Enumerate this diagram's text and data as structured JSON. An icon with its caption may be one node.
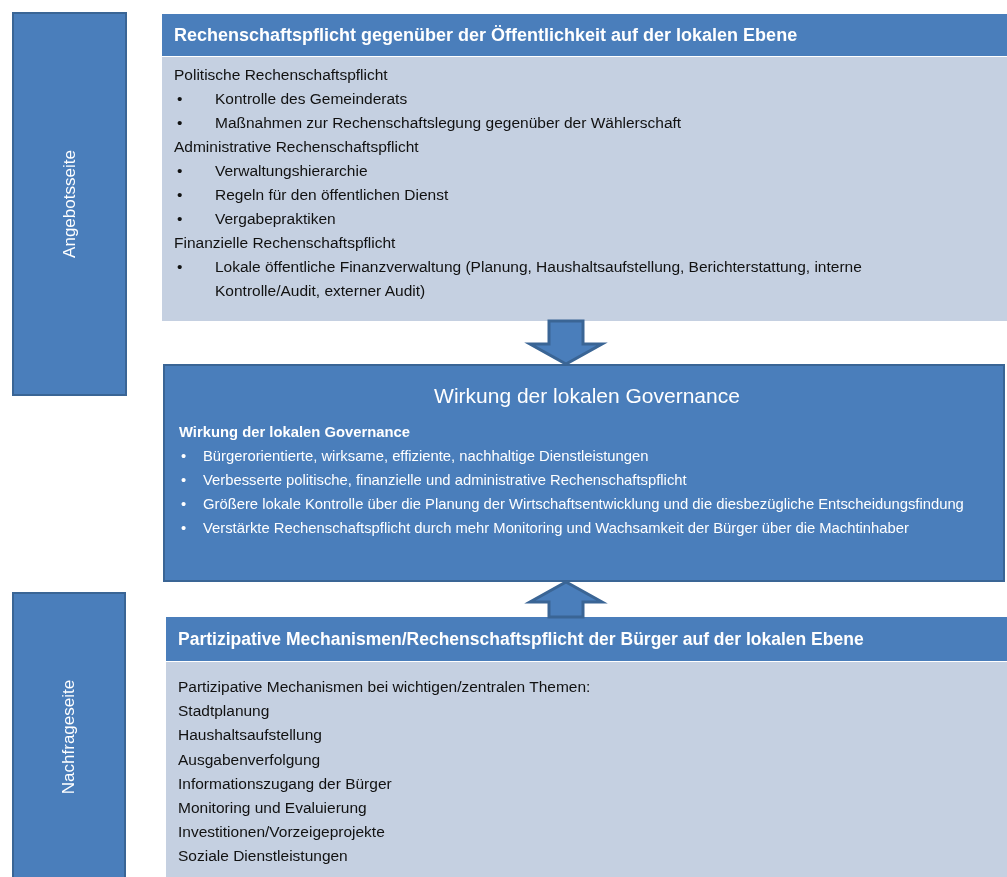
{
  "diagram": {
    "nodes": [
      {
        "text": [
          "Angebotsseite"
        ]
      },
      {
        "text": [
          "Rechenschaftspflicht gegenüber der Öffentlichkeit auf der lokalen Ebene"
        ]
      },
      {
        "text": [
          "Politische Rechenschaftspflicht",
          "• Kontrolle des Gemeinderats",
          "• Maßnahmen zur Rechenschaftslegung gegenüber der Wählerschaft",
          "Administrative Rechenschaftspflicht",
          "• Verwaltungshierarchie",
          "• Regeln für den öffentlichen Dienst",
          "• Vergabepraktiken",
          "Finanzielle Rechenschaftspflicht",
          "• Lokale öffentliche Finanzverwaltung (Planung, Haushaltsaufstellung, Berichterstattung, interne Kontrolle/Audit, externer Audit)"
        ]
      },
      {
        "text": [
          "Wirkung der lokalen Governance",
          "Wirkung der lokalen Governance",
          "• Bürgerorientierte, wirksame, effiziente, nachhaltige Dienstleistungen",
          "• Verbesserte politische, finanzielle und administrative Rechenschaftspflicht",
          "• Größere lokale Kontrolle über die Planung der Wirtschaftsentwicklung und die diesbezügliche Entscheidungsfindung",
          "• Verstärkte Rechenschaftspflicht durch mehr Monitoring und Wachsamkeit der Bürger über die Machtinhaber"
        ]
      },
      {
        "text": [
          "Nachfrageseite"
        ]
      },
      {
        "text": [
          "Partizipative Mechanismen/Rechenschaftspflicht der Bürger auf der lokalen Ebene"
        ]
      },
      {
        "text": [
          "Partizipative Mechanismen bei wichtigen/zentralen Themen:",
          "Stadtplanung",
          "Haushaltsaufstellung",
          "Ausgabenverfolgung",
          "Informationszugang der Bürger",
          "Monitoring und Evaluierung",
          "Investitionen/Vorzeigeprojekte",
          "Soziale Dienstleistungen"
        ]
      }
    ],
    "edges": [
      {
        "from": 2,
        "to": 3,
        "arrow": "to"
      },
      {
        "from": 5,
        "to": 3,
        "arrow": "to"
      }
    ]
  }
}
